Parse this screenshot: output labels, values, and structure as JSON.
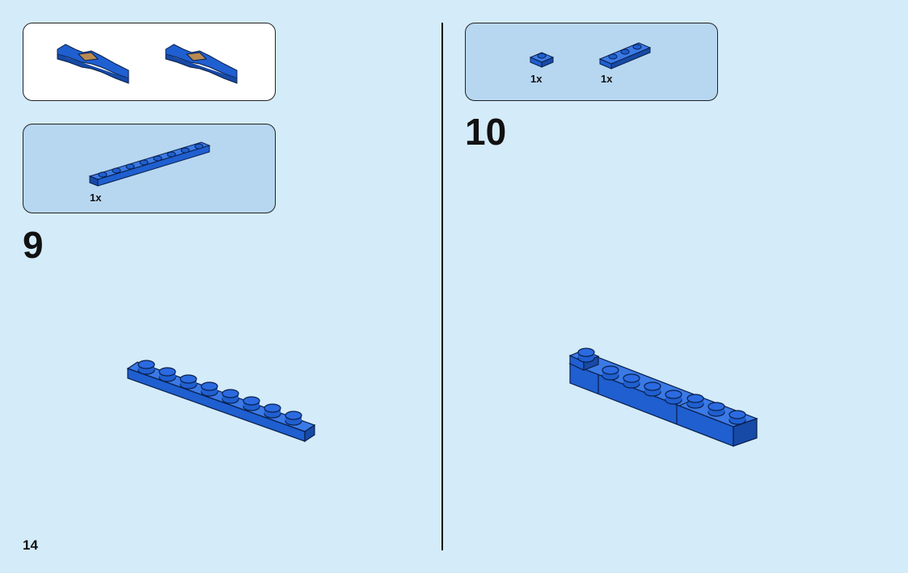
{
  "page": {
    "number": "14"
  },
  "left_column": {
    "result_preview": {
      "caption": ""
    },
    "step_9": {
      "number": "9",
      "parts": [
        {
          "qty": "1x",
          "part": "plate-1x8-blue"
        }
      ]
    }
  },
  "right_column": {
    "step_10": {
      "number": "10",
      "parts": [
        {
          "qty": "1x",
          "part": "plate-1x1-blue"
        },
        {
          "qty": "1x",
          "part": "plate-1x3-blue"
        }
      ]
    }
  },
  "colors": {
    "background": "#d4ebfa",
    "parts_box": "#b7d7f1",
    "brick_blue": "#1f5fd0",
    "brick_outline": "#0a1f4a",
    "tan_detail": "#b98a52"
  }
}
